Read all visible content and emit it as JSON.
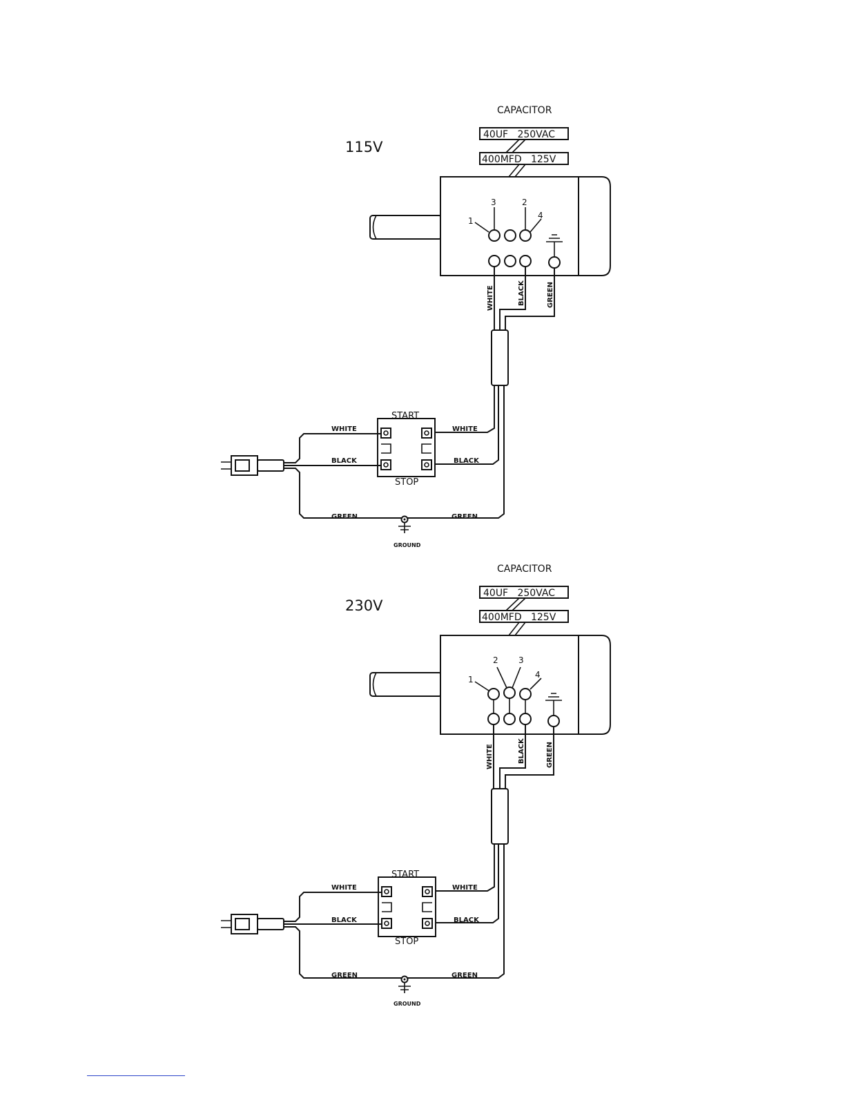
{
  "colors": {
    "line": "#111111",
    "footer_rule": "#2a44c8"
  },
  "diagrams": [
    {
      "id": "d115",
      "voltage_label": "115V",
      "capacitor": {
        "title": "CAPACITOR",
        "label_a": "40UF   250VAC",
        "label_b": "400MFD   125V"
      },
      "terminal_numbers": {
        "n1": "1",
        "n2": "2",
        "n3": "3",
        "n4": "4"
      },
      "motor_wires": {
        "white": "WHITE",
        "black": "BLACK",
        "green": "GREEN"
      },
      "switch": {
        "start": "START",
        "stop": "STOP"
      },
      "cord_wires": {
        "white_left": "WHITE",
        "white_right": "WHITE",
        "black_left": "BLACK",
        "black_right": "BLACK",
        "green_left": "GREEN",
        "green_right": "GREEN"
      },
      "ground": "GROUND"
    },
    {
      "id": "d230",
      "voltage_label": "230V",
      "capacitor": {
        "title": "CAPACITOR",
        "label_a": "40UF   250VAC",
        "label_b": "400MFD   125V"
      },
      "terminal_numbers": {
        "n1": "1",
        "n2": "2",
        "n3": "3",
        "n4": "4"
      },
      "motor_wires": {
        "white": "WHITE",
        "black": "BLACK",
        "green": "GREEN"
      },
      "switch": {
        "start": "START",
        "stop": "STOP"
      },
      "cord_wires": {
        "white_left": "WHITE",
        "white_right": "WHITE",
        "black_left": "BLACK",
        "black_right": "BLACK",
        "green_left": "GREEN",
        "green_right": "GREEN"
      },
      "ground": "GROUND"
    }
  ]
}
